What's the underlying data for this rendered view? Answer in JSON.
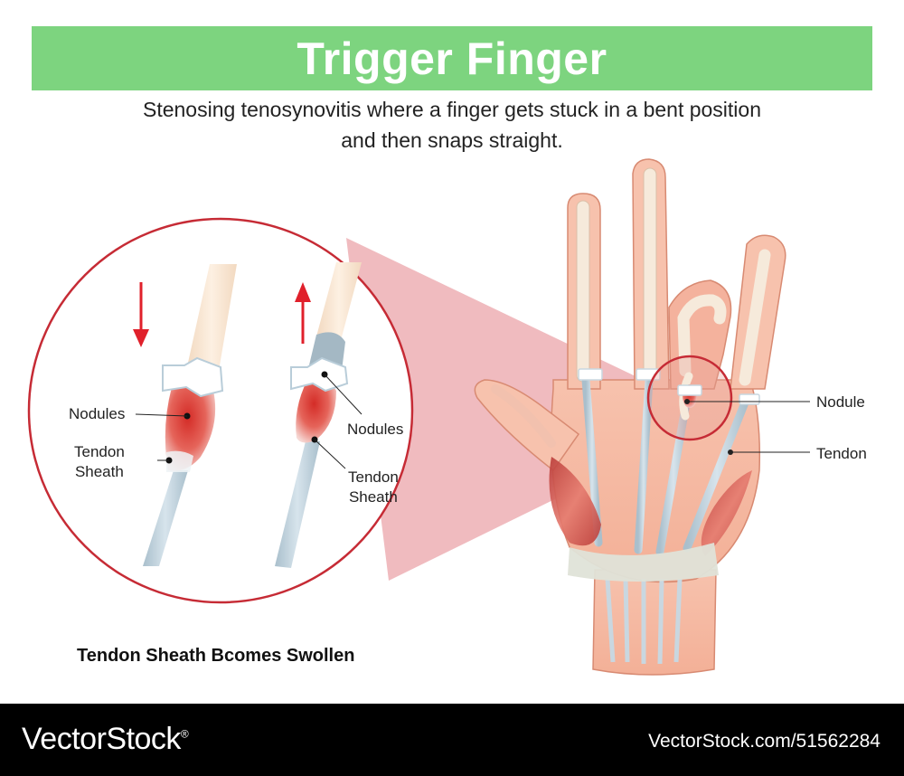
{
  "header": {
    "title": "Trigger Finger",
    "subtitle_line1": "Stenosing tenosynovitis where a finger gets stuck in a bent position",
    "subtitle_line2": "and then snaps straight.",
    "band_color": "#7dd47f"
  },
  "zoom_panel": {
    "left_finger": {
      "nodules_label": "Nodules",
      "sheath_label_line1": "Tendon",
      "sheath_label_line2": "Sheath",
      "arrow_direction": "down"
    },
    "right_finger": {
      "nodules_label": "Nodules",
      "sheath_label_line1": "Tendon",
      "sheath_label_line2": "Sheath",
      "arrow_direction": "up"
    },
    "caption": "Tendon Sheath Bcomes Swollen",
    "circle_color": "#c62b35",
    "arrow_color": "#e0202b"
  },
  "hand": {
    "nodule_label": "Nodule",
    "tendon_label": "Tendon",
    "skin_color": "#f6b9a4",
    "tendon_color": "#b9cdd9"
  },
  "footer": {
    "brand": "VectorStock",
    "brand_mark": "®",
    "image_id": "VectorStock.com/51562284"
  }
}
